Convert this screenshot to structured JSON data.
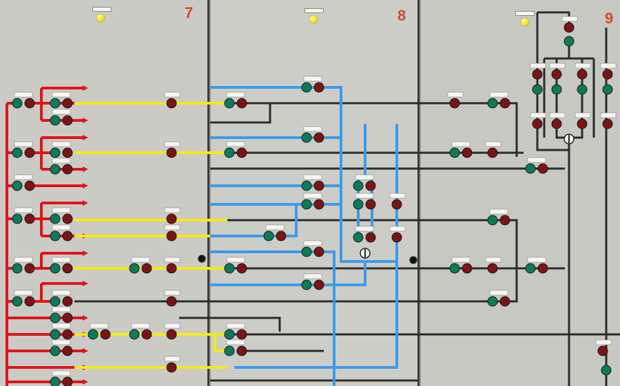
{
  "panels": [
    {
      "number": "7",
      "color": "#d8452a"
    },
    {
      "number": "8",
      "color": "#d8452a"
    },
    {
      "number": "9",
      "color": "#d8452a"
    }
  ],
  "colors": {
    "red_bus": "#e0141a",
    "yellow_bus": "#f2ea17",
    "blue_bus": "#3d9be8",
    "dark_bus": "#2b2b2b",
    "green_indicator": "#0f7a57",
    "red_indicator": "#7a1515",
    "panel": "#cbcbc6"
  },
  "icons": [
    "indicator-lamp",
    "switch-knob",
    "mounting-hole"
  ]
}
